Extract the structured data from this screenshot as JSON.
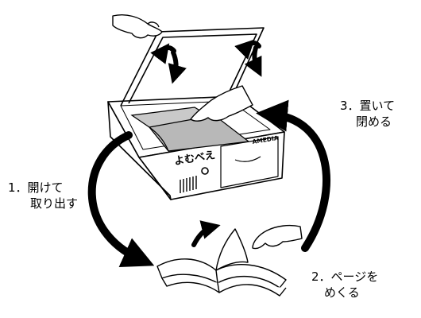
{
  "device": {
    "logo_text": "よむべえ",
    "brand": "AMEDIA"
  },
  "steps": [
    {
      "line1": "1．開けて",
      "line2": "取り出す"
    },
    {
      "line1": "2．ページを",
      "line2": "めくる"
    },
    {
      "line1": "3．置いて",
      "line2": "閉める"
    }
  ]
}
